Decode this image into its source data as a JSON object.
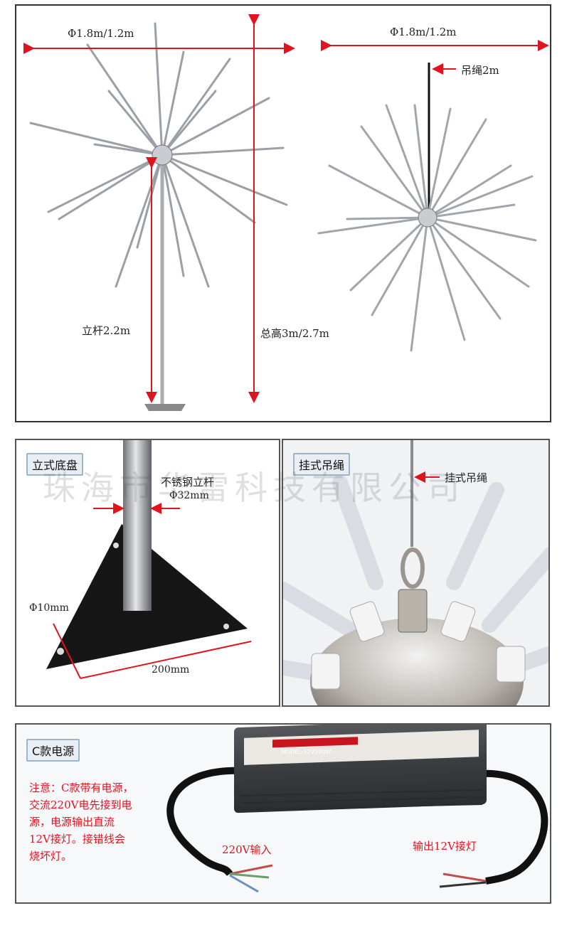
{
  "top": {
    "left_width_label": "Φ1.8m/1.2m",
    "pole_label": "立杆2.2m",
    "total_height_label": "总高3m/2.7m",
    "right_width_label": "Φ1.8m/1.2m",
    "rope_label": "吊绳2m"
  },
  "middle": {
    "left": {
      "tag": "立式底盘",
      "pole_label": "不锈钢立杆",
      "diameter_label": "Φ32mm",
      "hole_label": "Φ10mm",
      "base_width_label": "200mm"
    },
    "right": {
      "tag": "挂式吊绳",
      "hanger_label": "挂式吊绳"
    },
    "watermark": "珠海市华雷科技有限公司"
  },
  "bottom": {
    "tag": "C款电源",
    "note_lines": [
      "注意：C款带有电源，",
      "交流220V电先接到电",
      "源，电源输出直流",
      "12V接灯。接错线会",
      "烧坏灯。"
    ],
    "input_label": "220V输入",
    "output_label": "输出12V接灯",
    "psu_model": "MODEL:12V200W",
    "accent": "#e0141e"
  }
}
